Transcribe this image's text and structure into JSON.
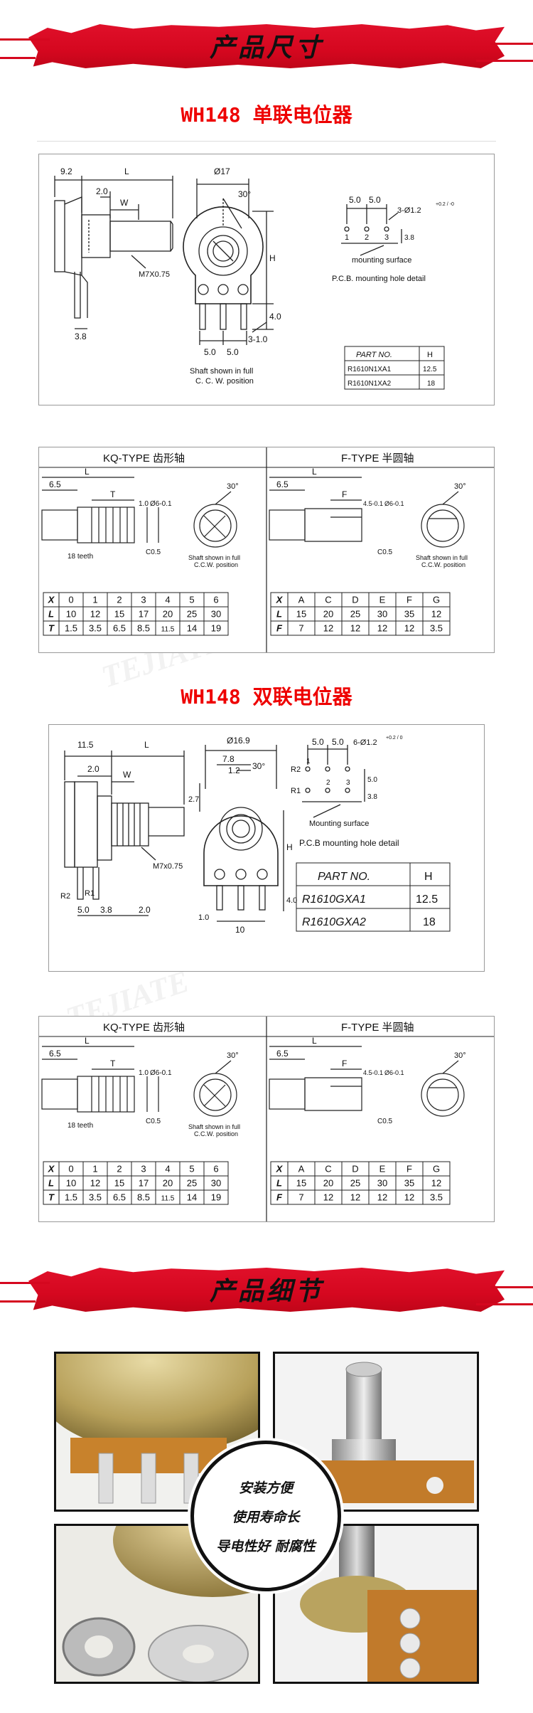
{
  "banner1": {
    "title": "产品尺寸"
  },
  "section1": {
    "title": "WH148 单联电位器"
  },
  "section2": {
    "title": "WH148 双联电位器"
  },
  "banner2": {
    "title": "产品细节"
  },
  "single": {
    "dims": [
      "9.2",
      "L",
      "2.0",
      "W",
      "M7X0.75",
      "3.8",
      "Ø17",
      "30°",
      "H",
      "4.0",
      "3-1.0",
      "5.0",
      "5.0"
    ],
    "shaft_note": [
      "Shaft shown in full",
      "C. C. W.  position"
    ],
    "pcb": {
      "spacing": [
        "5.0",
        "5.0"
      ],
      "holes": "3-Ø1.2",
      "tol": "+0.2 / -0",
      "pitch": "3.8",
      "pins": [
        "1",
        "2",
        "3"
      ],
      "surface": "mounting surface",
      "caption": "P.C.B.  mounting hole detail"
    },
    "part_table": {
      "headers": [
        "PART NO.",
        "H"
      ],
      "rows": [
        [
          "R1610N1XA1",
          "12.5"
        ],
        [
          "R1610N1XA2",
          "18"
        ]
      ]
    }
  },
  "dual": {
    "dims": [
      "11.5",
      "L",
      "2.0",
      "W",
      "M7x0.75",
      "R2",
      "R1",
      "5.0",
      "3.8",
      "2.0",
      "Ø16.9",
      "7.8",
      "1.2",
      "30°",
      "2.7",
      "H",
      "1.0",
      "10",
      "4.0"
    ],
    "pcb": {
      "spacing": [
        "5.0",
        "5.0"
      ],
      "holes": "6-Ø1.2",
      "tol": "+0.2 / 0",
      "pitch": [
        "3.8",
        "5.0"
      ],
      "rows": [
        "R2",
        "R1"
      ],
      "pins": [
        "1",
        "2",
        "3"
      ],
      "surface": "Mounting surface",
      "caption": "P.C.B mounting hole detail"
    },
    "part_table": {
      "headers": [
        "PART NO.",
        "H"
      ],
      "rows": [
        [
          "R1610GXA1",
          "12.5"
        ],
        [
          "R1610GXA2",
          "18"
        ]
      ]
    }
  },
  "shaft_types": {
    "kq_title": "KQ-TYPE 齿形轴",
    "f_title": "F-TYPE 半圆轴",
    "kq_dims": [
      "L",
      "6.5",
      "T",
      "1.0",
      "Ø6-0.1",
      "C0.5",
      "18 teeth",
      "30°"
    ],
    "f_dims": [
      "L",
      "6.5",
      "F",
      "4.5-0.1",
      "Ø6-0.1",
      "C0.5",
      "30°"
    ],
    "shaft_note": [
      "Shaft shown in full",
      "C.C.W. position"
    ],
    "kq_table": {
      "rows": [
        [
          "X",
          "0",
          "1",
          "2",
          "3",
          "4",
          "5",
          "6"
        ],
        [
          "L",
          "10",
          "12",
          "15",
          "17",
          "20",
          "25",
          "30"
        ],
        [
          "T",
          "1.5",
          "3.5",
          "6.5",
          "8.5",
          "11.5",
          "14",
          "19"
        ]
      ]
    },
    "f_table": {
      "rows": [
        [
          "X",
          "A",
          "C",
          "D",
          "E",
          "F",
          "G"
        ],
        [
          "L",
          "15",
          "20",
          "25",
          "30",
          "35",
          "12"
        ],
        [
          "F",
          "7",
          "12",
          "12",
          "12",
          "12",
          "3.5"
        ]
      ]
    }
  },
  "details": {
    "features": [
      "安装方便",
      "使用寿命长",
      "导电性好  耐腐性"
    ]
  },
  "colors": {
    "accent_red": "#d5071f",
    "heading_red": "#ee0000"
  }
}
